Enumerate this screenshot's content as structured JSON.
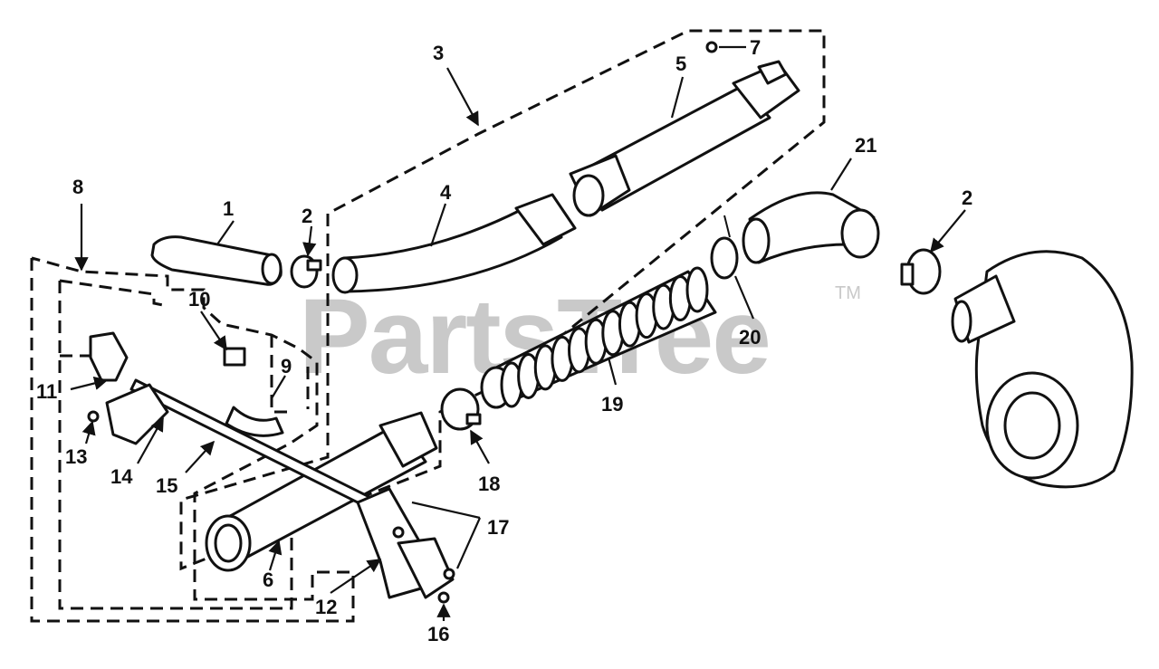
{
  "watermark": {
    "text": "PartsTree",
    "trademark": "TM"
  },
  "callouts": [
    "1",
    "2",
    "3",
    "4",
    "5",
    "6",
    "7",
    "8",
    "9",
    "10",
    "11",
    "12",
    "13",
    "14",
    "15",
    "16",
    "17",
    "18",
    "19",
    "20",
    "21",
    "2"
  ]
}
